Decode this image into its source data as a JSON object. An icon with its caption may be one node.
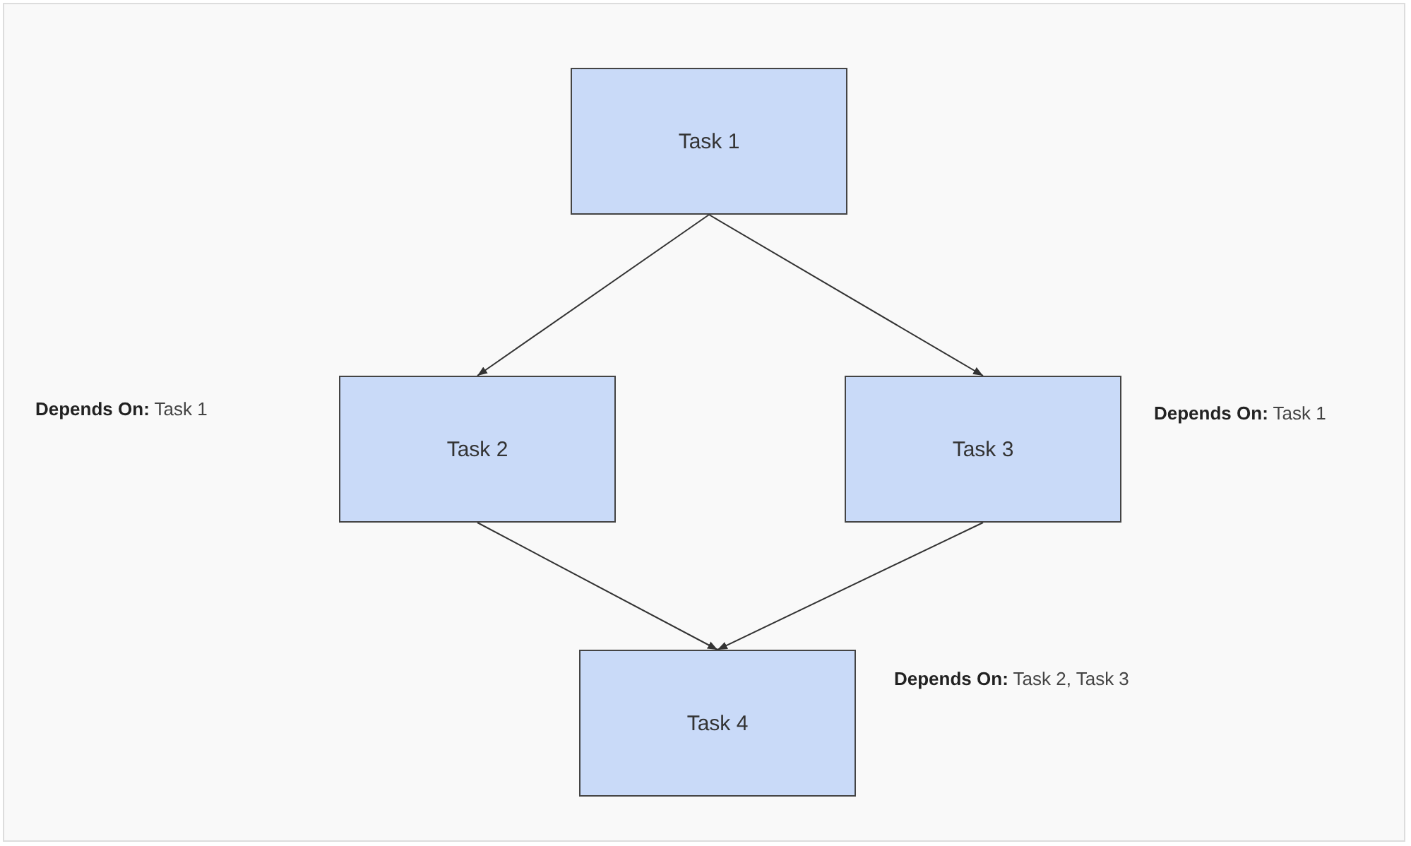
{
  "diagram": {
    "nodes": [
      {
        "text": [
          "Task 1"
        ]
      },
      {
        "text": [
          "Task 2"
        ]
      },
      {
        "text": [
          "Task 3"
        ],
        "beside": [
          "**Depends On:** Task 1"
        ]
      },
      {
        "text": [
          "Task 4"
        ],
        "beside": [
          "**Depends On:** Task 2, Task 3"
        ]
      }
    ],
    "edges": [
      {
        "from": 0,
        "to": 1,
        "arrow": "to"
      },
      {
        "from": 0,
        "to": 2,
        "arrow": "to"
      },
      {
        "from": 1,
        "to": 3,
        "arrow": "to"
      },
      {
        "from": 2,
        "to": 3,
        "arrow": "to"
      }
    ],
    "labels": [
      "**Depends On:** Task 1"
    ]
  }
}
